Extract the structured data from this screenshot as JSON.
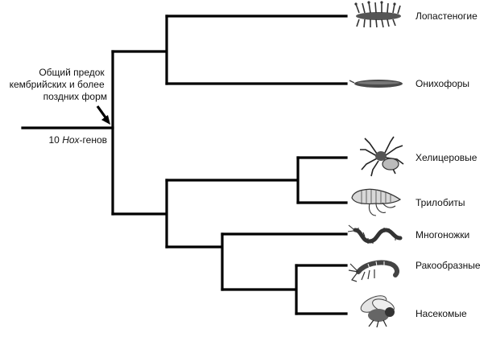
{
  "ancestor": {
    "label_lines": [
      "Общий предок",
      "кембрийских и более",
      "поздних форм"
    ],
    "hox_prefix": "10 ",
    "hox_italic": "Hox",
    "hox_suffix": "-генов"
  },
  "taxa": [
    {
      "id": "lobopods",
      "label": "Лопастеногие",
      "icon": "lobopodian-icon"
    },
    {
      "id": "onychophora",
      "label": "Онихофоры",
      "icon": "velvet-worm-icon"
    },
    {
      "id": "chelicerata",
      "label": "Хелицеровые",
      "icon": "spider-icon"
    },
    {
      "id": "trilobita",
      "label": "Трилобиты",
      "icon": "trilobite-icon"
    },
    {
      "id": "myriapoda",
      "label": "Многоножки",
      "icon": "centipede-icon"
    },
    {
      "id": "crustacea",
      "label": "Ракообразные",
      "icon": "shrimp-icon"
    },
    {
      "id": "insecta",
      "label": "Насекомые",
      "icon": "fly-icon"
    }
  ]
}
